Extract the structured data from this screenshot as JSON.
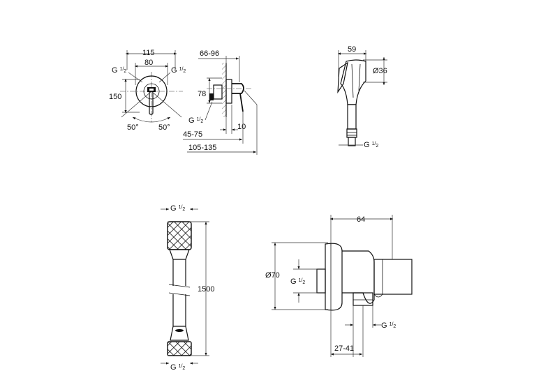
{
  "front_view": {
    "width_outer": "115",
    "width_inner": "80",
    "thread_left": "G",
    "thread_right": "G",
    "height": "150",
    "angle_left": "50°",
    "angle_right": "50°"
  },
  "side_view": {
    "depth_range": "66-96",
    "height": "78",
    "thread": "G",
    "protrusion": "10",
    "range_short": "45-75",
    "range_long": "105-135"
  },
  "handshower_view": {
    "length": "59",
    "diameter": "Ø36",
    "thread": "G"
  },
  "hose_view": {
    "thread_top": "G",
    "thread_bottom": "G",
    "length": "1500"
  },
  "elbow_view": {
    "length": "64",
    "diameter": "Ø70",
    "thread_inlet": "G",
    "thread_outlet": "G",
    "offset_range": "27-41"
  },
  "thread_fraction": {
    "numerator": "1",
    "denominator": "2"
  }
}
